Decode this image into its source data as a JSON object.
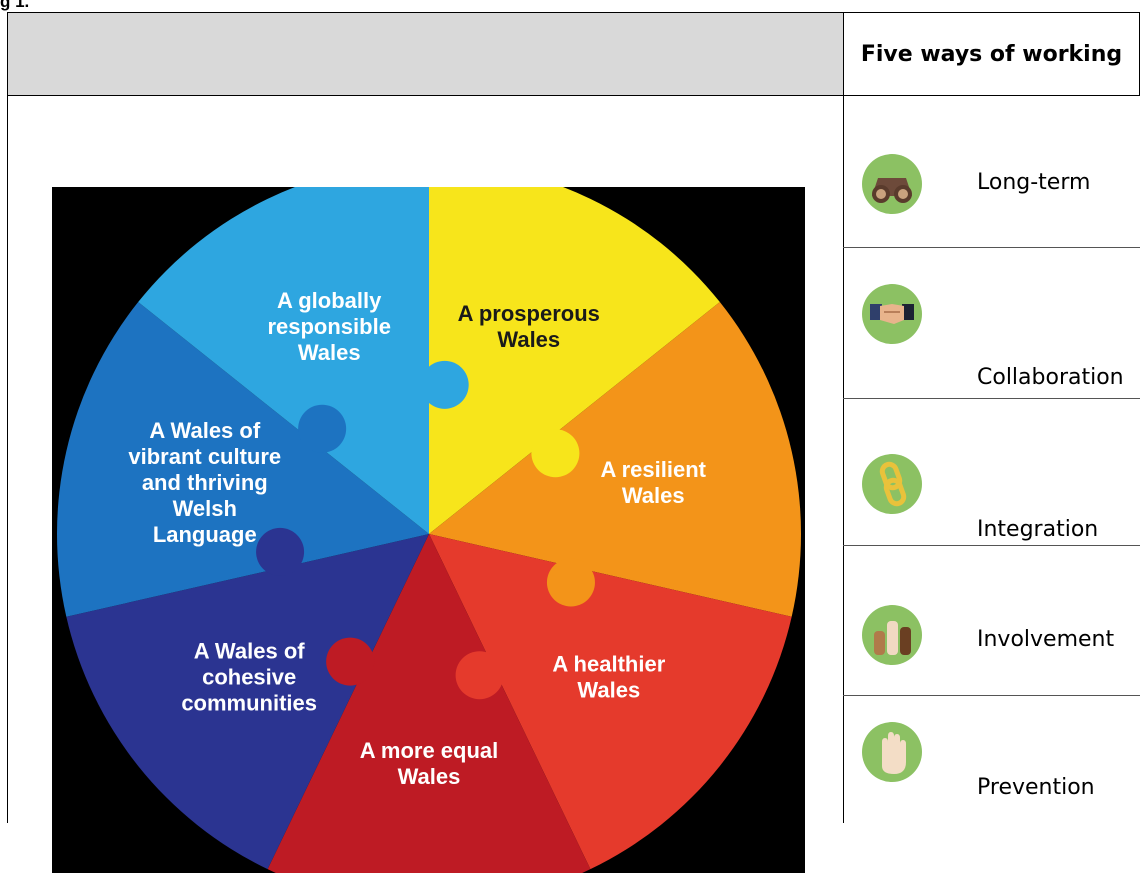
{
  "figure": {
    "label": "g 1."
  },
  "table": {
    "header_left": "",
    "header_right": "Five ways of working"
  },
  "goals": [
    {
      "text": [
        "A prosperous",
        "Wales"
      ],
      "color": "#f7e51b"
    },
    {
      "text": [
        "A resilient",
        "Wales"
      ],
      "color": "#f39419"
    },
    {
      "text": [
        "A healthier",
        "Wales"
      ],
      "color": "#e53a2c"
    },
    {
      "text": [
        "A more equal",
        "Wales"
      ],
      "color": "#be1b24"
    },
    {
      "text": [
        "A Wales of",
        "cohesive",
        "communities"
      ],
      "color": "#2b3491"
    },
    {
      "text": [
        "A Wales of",
        "vibrant culture",
        "and thriving",
        "Welsh",
        "Language"
      ],
      "color": "#1d73c1"
    },
    {
      "text": [
        "A globally",
        "responsible",
        "Wales"
      ],
      "color": "#2ea6e0"
    }
  ],
  "ways_of_working": [
    {
      "label": "Long-term",
      "icon": "binoculars-icon"
    },
    {
      "label": "Collaboration",
      "icon": "handshake-icon"
    },
    {
      "label": "Integration",
      "icon": "chain-link-icon"
    },
    {
      "label": "Involvement",
      "icon": "raised-hands-icon"
    },
    {
      "label": "Prevention",
      "icon": "stop-hand-icon"
    }
  ],
  "colors": {
    "icon_circle": "#8cc163",
    "header_bg": "#d9d9d9"
  }
}
